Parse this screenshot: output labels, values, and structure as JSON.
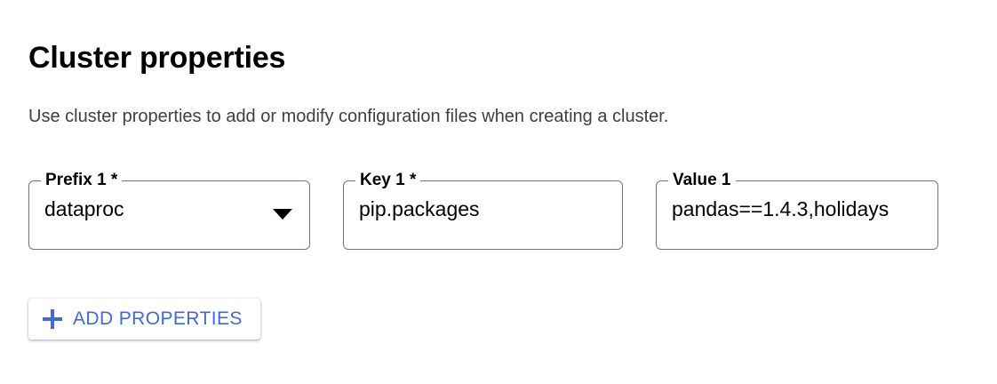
{
  "section": {
    "title": "Cluster properties",
    "description": "Use cluster properties to add or modify configuration files when creating a cluster."
  },
  "form": {
    "fields": [
      {
        "name": "prefix",
        "label": "Prefix 1 *",
        "value": "dataproc",
        "type": "select",
        "icon": "chevron-down-icon"
      },
      {
        "name": "key",
        "label": "Key 1 *",
        "value": "pip.packages",
        "type": "text"
      },
      {
        "name": "value",
        "label": "Value 1",
        "value": "pandas==1.4.3,holidays",
        "type": "text"
      }
    ]
  },
  "actions": {
    "add_properties_label": "ADD PROPERTIES",
    "add_properties_icon": "plus-icon"
  },
  "colors": {
    "accent": "#3f6ad8",
    "field_border": "#757575",
    "text_primary": "#000000",
    "text_secondary": "#3c4043",
    "background": "#ffffff"
  }
}
